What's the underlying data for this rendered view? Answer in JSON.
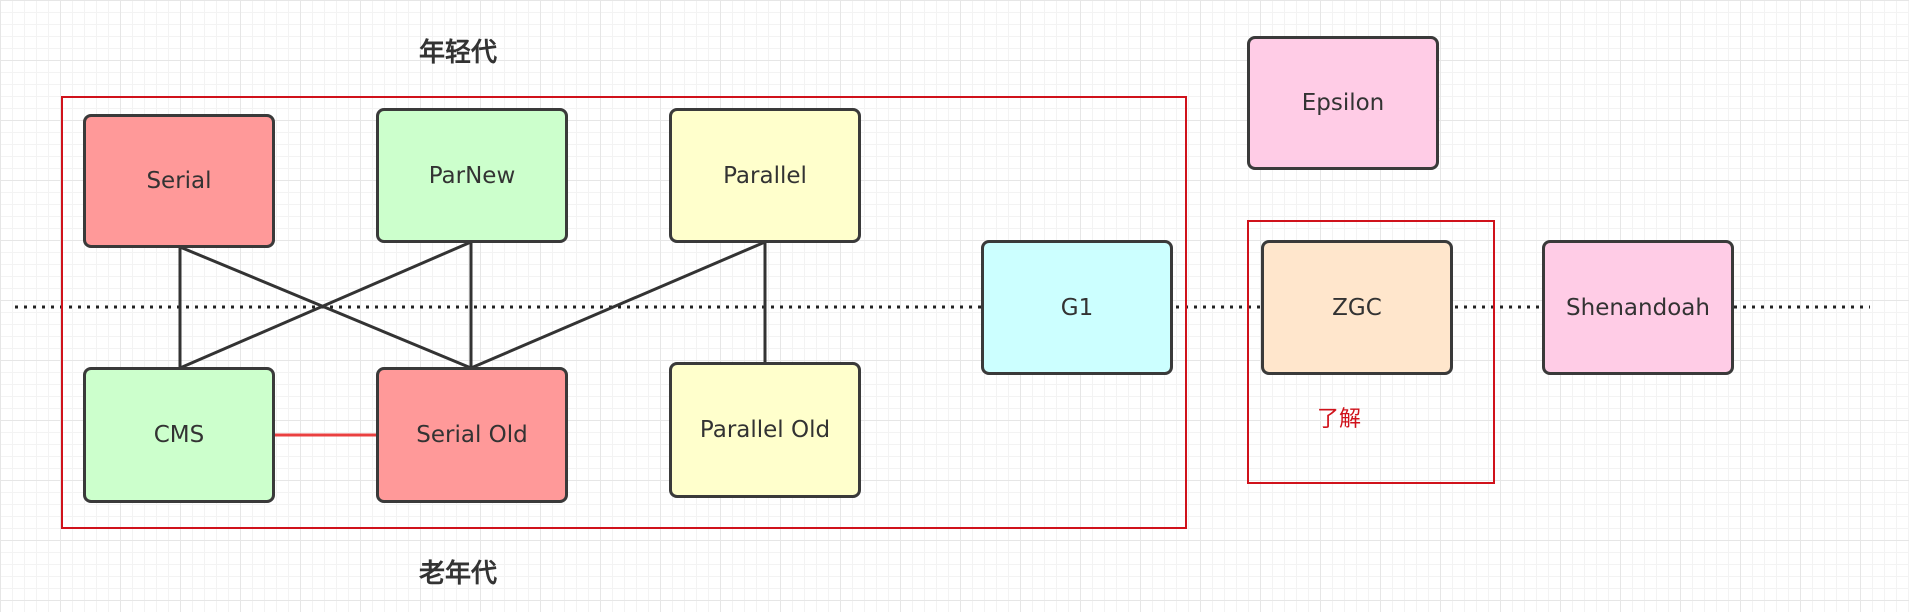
{
  "labels": {
    "young_generation": "年轻代",
    "old_generation": "老年代",
    "zgc_note": "了解"
  },
  "nodes": {
    "serial": "Serial",
    "parnew": "ParNew",
    "parallel": "Parallel",
    "cms": "CMS",
    "serial_old": "Serial Old",
    "parallel_old": "Parallel Old",
    "g1": "G1",
    "epsilon": "Epsilon",
    "zgc": "ZGC",
    "shenandoah": "Shenandoah"
  },
  "colors": {
    "red_fill": "#ff9999",
    "green_fill": "#ccffcc",
    "yellow_fill": "#ffffcc",
    "cyan_fill": "#ccffff",
    "pink_fill": "#ffcce6",
    "peach_fill": "#ffe6cc",
    "border": "#3a3a3a",
    "accent_red": "#d0121b",
    "line_red": "#ea4040"
  }
}
